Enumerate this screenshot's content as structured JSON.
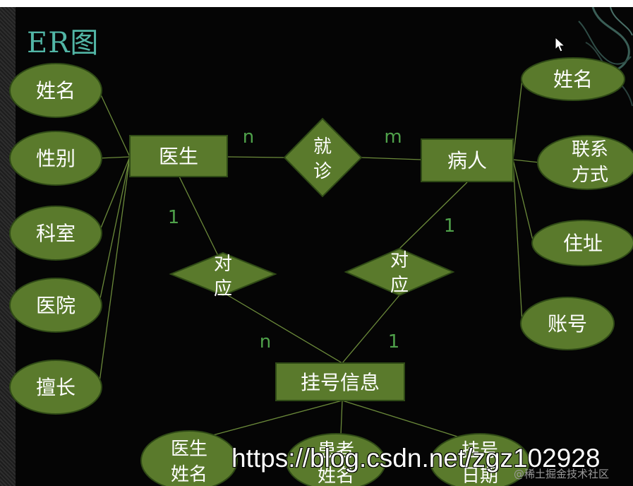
{
  "title": "ER图",
  "doctor": "医生",
  "patient": "病人",
  "registration": "挂号信息",
  "relationships": {
    "treat": [
      "就",
      "诊"
    ],
    "corr_left": [
      "对",
      "应"
    ],
    "corr_right": [
      "对",
      "应"
    ]
  },
  "doctor_attributes": [
    "姓名",
    "性别",
    "科室",
    "医院",
    "擅长"
  ],
  "patient_attributes": [
    [
      "姓名"
    ],
    [
      "联系",
      "方式"
    ],
    [
      "住址"
    ],
    [
      "账号"
    ]
  ],
  "registration_attributes": [
    [
      "医生",
      "姓名"
    ],
    [
      "患者",
      "姓名"
    ],
    [
      "挂号",
      "日期"
    ]
  ],
  "cardinalities": {
    "doctor_treat": "n",
    "treat_patient": "m",
    "doctor_corr": "1",
    "patient_corr": "1",
    "corr_reg_left": "n",
    "corr_reg_right": "1"
  },
  "watermark": "https://blog.csdn.net/zgz102928",
  "watermark_small": "@稀土掘金技术社区",
  "colors": {
    "background": "#050505",
    "fill": "#5a7a2c",
    "stroke": "#2f4a16",
    "line": "#6b8a3a",
    "title": "#52b6a6",
    "cardinality": "#4fa14a",
    "text": "#ffffff"
  }
}
